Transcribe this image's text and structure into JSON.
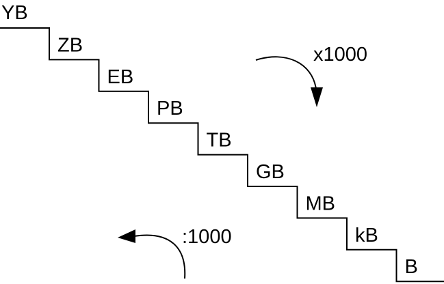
{
  "steps": [
    {
      "label": "YB"
    },
    {
      "label": "ZB"
    },
    {
      "label": "EB"
    },
    {
      "label": "PB"
    },
    {
      "label": "TB"
    },
    {
      "label": "GB"
    },
    {
      "label": "MB"
    },
    {
      "label": "kB"
    },
    {
      "label": "B"
    }
  ],
  "conversions": {
    "down_label": "x1000",
    "up_label": ":1000"
  },
  "icons": {
    "down_arrow": "curved-arrow-down-icon",
    "up_arrow": "curved-arrow-up-left-icon"
  },
  "colors": {
    "line": "#000000",
    "text": "#000000",
    "background": "#ffffff"
  }
}
